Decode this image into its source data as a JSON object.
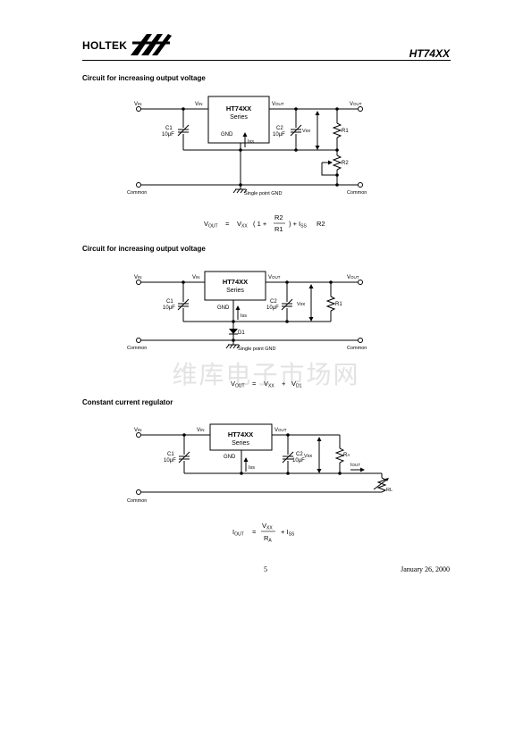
{
  "header": {
    "brand": "HOLTEK",
    "part_number": "HT74XX"
  },
  "sections": [
    {
      "title": "Circuit for increasing output voltage"
    },
    {
      "title": "Circuit for increasing output voltage"
    },
    {
      "title": "Constant current regulator"
    }
  ],
  "circuit": {
    "vin": "V",
    "vin_sub": "IN",
    "vout": "V",
    "vout_sub": "OUT",
    "ic_name": "HT74XX",
    "ic_series": "Series",
    "gnd": "GND",
    "c1": "C1",
    "c2": "C2",
    "cap_value": "10μF",
    "iss": "Iss",
    "vxx": "Vxx",
    "r1": "R1",
    "r2": "R2",
    "ra": "R",
    "ra_sub": "A",
    "rl": "RL",
    "iout": "I",
    "iout_sub": "OUT",
    "d1": "D1",
    "single_point_gnd": "Single point GND",
    "common": "Common"
  },
  "formulas": {
    "f1": {
      "lhs": "V",
      "lhs_sub": "OUT",
      "eq": "=",
      "vxx": "V",
      "vxx_sub": "XX",
      "paren_open": "( 1 +",
      "num": "R2",
      "den": "R1",
      "paren_close": ") + I",
      "iss_sub": "SS",
      "tail": "R2"
    },
    "f2": {
      "lhs": "V",
      "lhs_sub": "OUT",
      "eq": "=",
      "vxx": "V",
      "vxx_sub": "XX",
      "plus": "+",
      "vd": "V",
      "vd_sub": "D1"
    },
    "f3": {
      "lhs": "I",
      "lhs_sub": "OUT",
      "eq": "=",
      "num": "V",
      "num_sub": "XX",
      "den": "R",
      "den_sub": "A",
      "plus": "+ I",
      "iss_sub": "SS"
    }
  },
  "watermark": "维库电子市场网",
  "footer": {
    "page": "5",
    "date": "January 26, 2000"
  }
}
